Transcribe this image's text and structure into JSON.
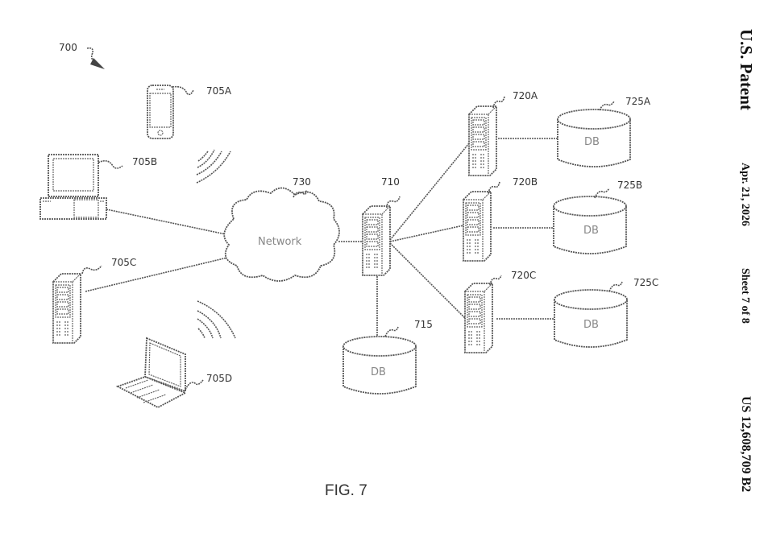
{
  "header": {
    "title": "U.S. Patent",
    "date": "Apr. 21, 2026",
    "sheet": "Sheet 7 of 8",
    "patent_number": "US 12,608,709 B2"
  },
  "figure": {
    "caption": "FIG. 7",
    "system_ref": "700",
    "network": {
      "ref": "730",
      "label": "Network"
    },
    "central_server": {
      "ref": "710"
    },
    "central_db": {
      "ref": "715",
      "label": "DB"
    },
    "clients": [
      {
        "ref": "705A",
        "type": "smartphone"
      },
      {
        "ref": "705B",
        "type": "desktop-computer"
      },
      {
        "ref": "705C",
        "type": "server"
      },
      {
        "ref": "705D",
        "type": "laptop"
      }
    ],
    "servers": [
      {
        "ref": "720A"
      },
      {
        "ref": "720B"
      },
      {
        "ref": "720C"
      }
    ],
    "databases": [
      {
        "ref": "725A",
        "label": "DB"
      },
      {
        "ref": "725B",
        "label": "DB"
      },
      {
        "ref": "725C",
        "label": "DB"
      }
    ]
  }
}
